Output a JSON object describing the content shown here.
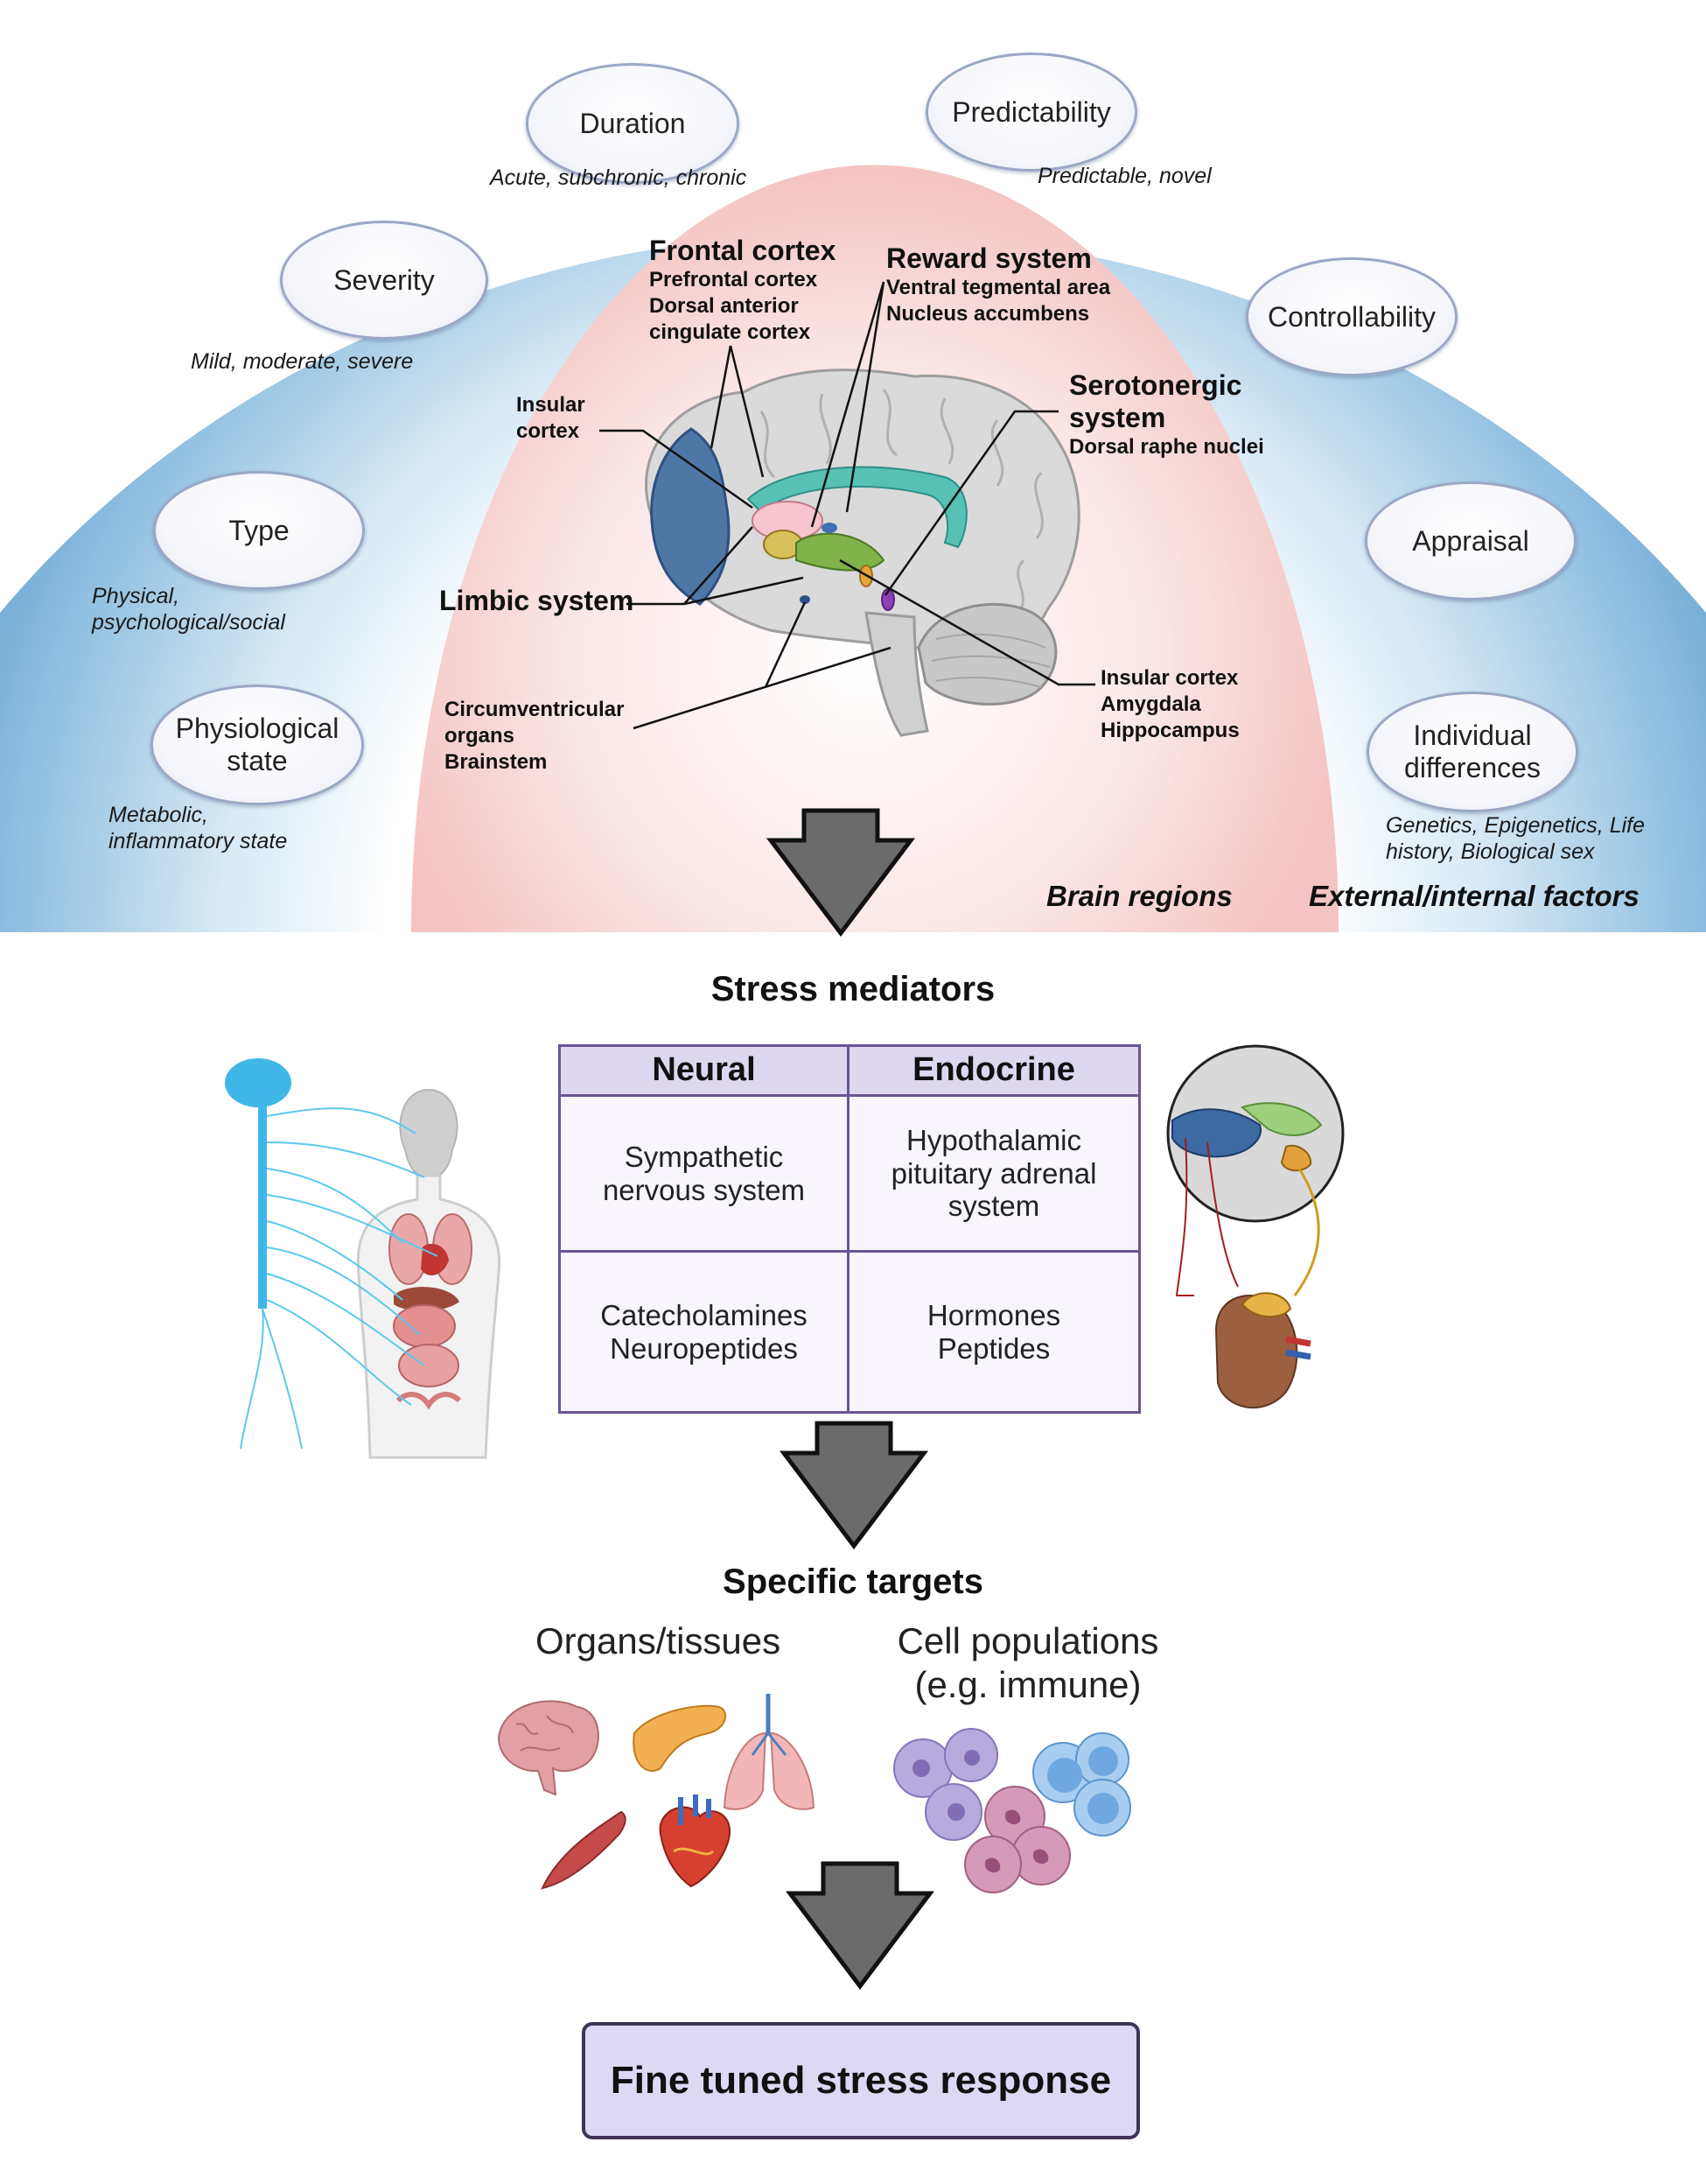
{
  "factors": {
    "duration": {
      "label": "Duration",
      "desc": "Acute, subchronic, chronic"
    },
    "predictability": {
      "label": "Predictability",
      "desc": "Predictable, novel"
    },
    "severity": {
      "label": "Severity",
      "desc": "Mild, moderate, severe"
    },
    "controllability": {
      "label": "Controllability"
    },
    "type": {
      "label": "Type",
      "desc_line1": "Physical,",
      "desc_line2": "psychological/social"
    },
    "appraisal": {
      "label": "Appraisal"
    },
    "physiological": {
      "label_line1": "Physiological",
      "label_line2": "state",
      "desc_line1": "Metabolic,",
      "desc_line2": "inflammatory state"
    },
    "individual": {
      "label_line1": "Individual",
      "label_line2": "differences",
      "desc_line1": "Genetics, Epigenetics, Life",
      "desc_line2": "history, Biological sex"
    },
    "external_title": "External/internal factors"
  },
  "regions": {
    "brain_title": "Brain regions",
    "frontal": {
      "title": "Frontal cortex",
      "sub1": "Prefrontal cortex",
      "sub2": "Dorsal anterior",
      "sub3": "cingulate cortex"
    },
    "reward": {
      "title": "Reward system",
      "sub1": "Ventral tegmental area",
      "sub2": "Nucleus accumbens"
    },
    "insular": {
      "line1": "Insular",
      "line2": "cortex"
    },
    "serotonergic": {
      "title1": "Serotonergic",
      "title2": "system",
      "sub1": "Dorsal raphe nuclei"
    },
    "limbic": "Limbic system",
    "limbic_parts": {
      "line1": "Insular cortex",
      "line2": "Amygdala",
      "line3": "Hippocampus"
    },
    "circum": {
      "line1": "Circumventricular",
      "line2": "organs",
      "line3": "Brainstem"
    }
  },
  "mediators": {
    "title": "Stress mediators",
    "neural_header": "Neural",
    "endocrine_header": "Endocrine",
    "neural_1_line1": "Sympathetic",
    "neural_1_line2": "nervous system",
    "endocrine_1_line1": "Hypothalamic",
    "endocrine_1_line2": "pituitary adrenal",
    "endocrine_1_line3": "system",
    "neural_2_line1": "Catecholamines",
    "neural_2_line2": "Neuropeptides",
    "endocrine_2_line1": "Hormones",
    "endocrine_2_line2": "Peptides"
  },
  "targets": {
    "title": "Specific targets",
    "organs": "Organs/tissues",
    "cells_line1": "Cell populations",
    "cells_line2": "(e.g. immune)"
  },
  "final": "Fine tuned stress response",
  "colors": {
    "outer_blue": "#7bb3d9",
    "inner_pink": "#f5c6c6",
    "table_border": "#6a5595",
    "table_header": "#ddd7ef",
    "final_fill": "#ddd8f4",
    "arrow": "#6b6b6b"
  }
}
